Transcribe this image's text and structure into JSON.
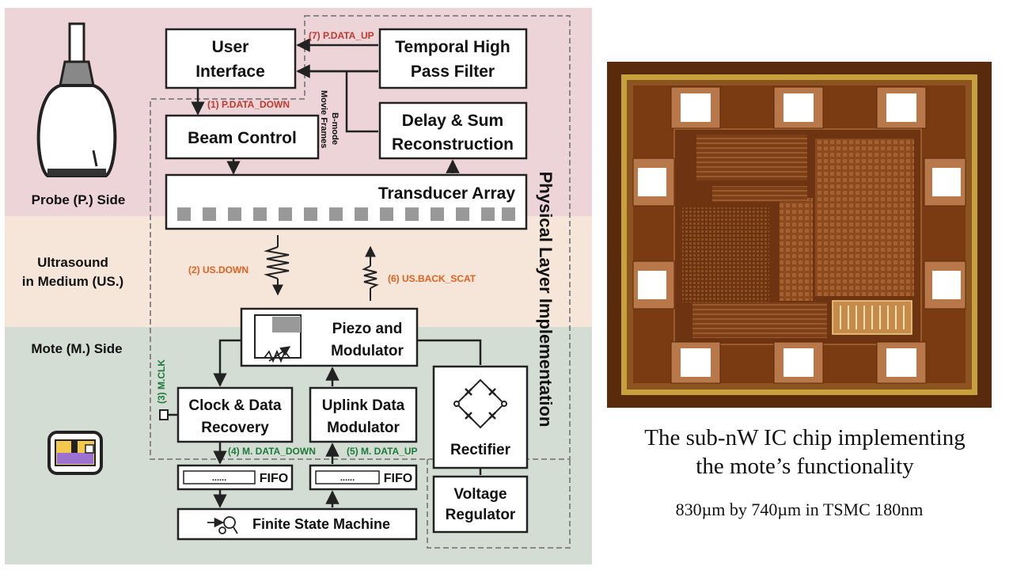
{
  "regions": {
    "probe": "Probe (P.) Side",
    "ultrasound_line1": "Ultrasound",
    "ultrasound_line2": "in Medium (US.)",
    "mote": "Mote (M.) Side"
  },
  "blocks": {
    "user_interface": [
      "User",
      "Interface"
    ],
    "temporal_filter": [
      "Temporal High",
      "Pass Filter"
    ],
    "beam_control": "Beam Control",
    "delay_sum": [
      "Delay & Sum",
      "Reconstruction"
    ],
    "transducer": "Transducer Array",
    "piezo": [
      "Piezo and",
      "Modulator"
    ],
    "cdr": [
      "Clock & Data",
      "Recovery"
    ],
    "uplink": [
      "Uplink Data",
      "Modulator"
    ],
    "rectifier": "Rectifier",
    "fifo_left": "FIFO",
    "fifo_right": "FIFO",
    "fifo_dots": "......",
    "fsm": "Finite State Machine",
    "regulator": [
      "Voltage",
      "Regulator"
    ]
  },
  "signals": {
    "p_data_up": "(7) P.DATA_UP",
    "p_data_down": "(1) P.DATA_DOWN",
    "bmode": [
      "B-mode",
      "Movie Frames"
    ],
    "us_down": "(2) US.DOWN",
    "us_back": "(6) US.BACK_SCAT",
    "m_clk": "(3) M.CLK",
    "m_data_down": "(4) M. DATA_DOWN",
    "m_data_up": "(5) M. DATA_UP"
  },
  "physical_layer": "Physical Layer Implementation",
  "caption": {
    "line1": "The sub-nW IC chip implementing",
    "line2": "the mote’s functionality",
    "dims": "830µm by 740µm in TSMC 180nm"
  },
  "colors": {
    "probe_bg": "#ecd4d8",
    "ultrasound_bg": "#f6e6da",
    "mote_bg": "#d3ddd4",
    "chip_copper": "#7a3a12",
    "chip_frame": "#c9a13c"
  }
}
